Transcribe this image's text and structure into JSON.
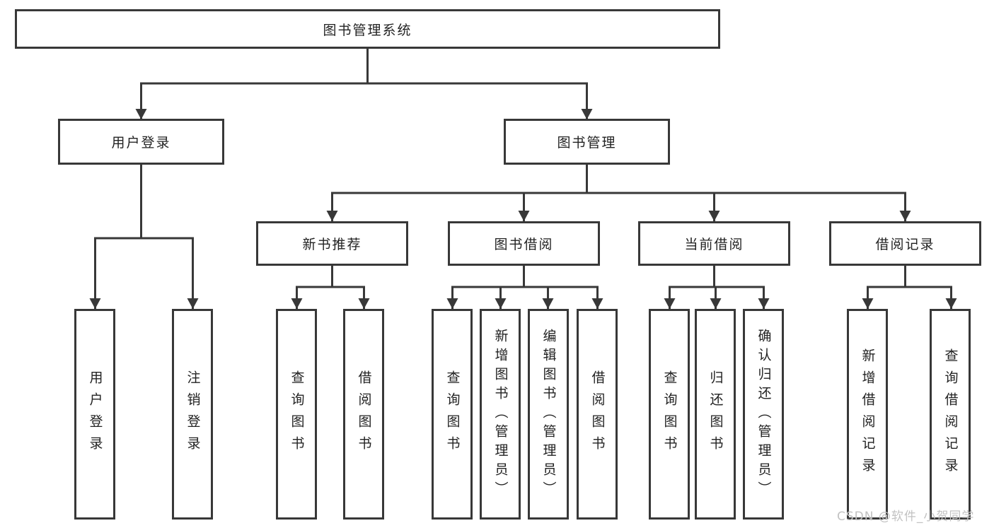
{
  "diagram": {
    "root": {
      "label": "图书管理系统"
    },
    "level2": [
      {
        "id": "user-login",
        "label": "用户登录"
      },
      {
        "id": "book-management",
        "label": "图书管理"
      }
    ],
    "level3": [
      {
        "id": "new-book-recommend",
        "label": "新书推荐"
      },
      {
        "id": "book-borrowing",
        "label": "图书借阅"
      },
      {
        "id": "current-borrowing",
        "label": "当前借阅"
      },
      {
        "id": "borrowing-records",
        "label": "借阅记录"
      }
    ],
    "leaves": [
      {
        "parent": "用户登录",
        "label": "用户登录"
      },
      {
        "parent": "用户登录",
        "label": "注销登录"
      },
      {
        "parent": "新书推荐",
        "label": "查询图书"
      },
      {
        "parent": "新书推荐",
        "label": "借阅图书"
      },
      {
        "parent": "图书借阅",
        "label": "查询图书"
      },
      {
        "parent": "图书借阅",
        "label": "新增图书（管理员）"
      },
      {
        "parent": "图书借阅",
        "label": "编辑图书（管理员）"
      },
      {
        "parent": "图书借阅",
        "label": "借阅图书"
      },
      {
        "parent": "当前借阅",
        "label": "查询图书"
      },
      {
        "parent": "当前借阅",
        "label": "归还图书"
      },
      {
        "parent": "当前借阅",
        "label": "确认归还（管理员）"
      },
      {
        "parent": "借阅记录",
        "label": "新增借阅记录"
      },
      {
        "parent": "借阅记录",
        "label": "查询借阅记录"
      }
    ],
    "watermark": "CSDN @软件_小贺同学",
    "colors": {
      "line": "#383838",
      "box_border": "#383838",
      "text": "#222222",
      "watermark": "#c2c2c2",
      "background": "#ffffff"
    }
  }
}
